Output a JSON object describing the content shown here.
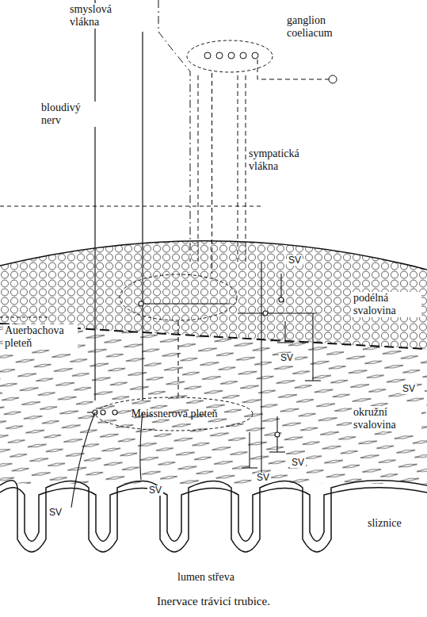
{
  "diagram": {
    "caption": "Inervace trávicí trubice.",
    "nodes": [
      {
        "text": [
          "ganglion coeliacum"
        ]
      },
      {
        "text": [
          "Auerbachova pleteň"
        ]
      },
      {
        "text": [
          "Meissnerova pleteň"
        ]
      }
    ],
    "edges": [
      {
        "from": 0,
        "to": 1,
        "arrow": "none"
      },
      {
        "from": 1,
        "to": 2,
        "arrow": "none"
      }
    ],
    "labels": [
      "smyslová vlákna",
      "bloudivý nerv",
      "sympatická vlákna",
      "podélná svalovina",
      "okružní svalovina",
      "sliznice",
      "lumen střeva",
      "SV",
      "SV",
      "SV",
      "SV",
      "SV",
      "SV",
      "SV"
    ]
  }
}
